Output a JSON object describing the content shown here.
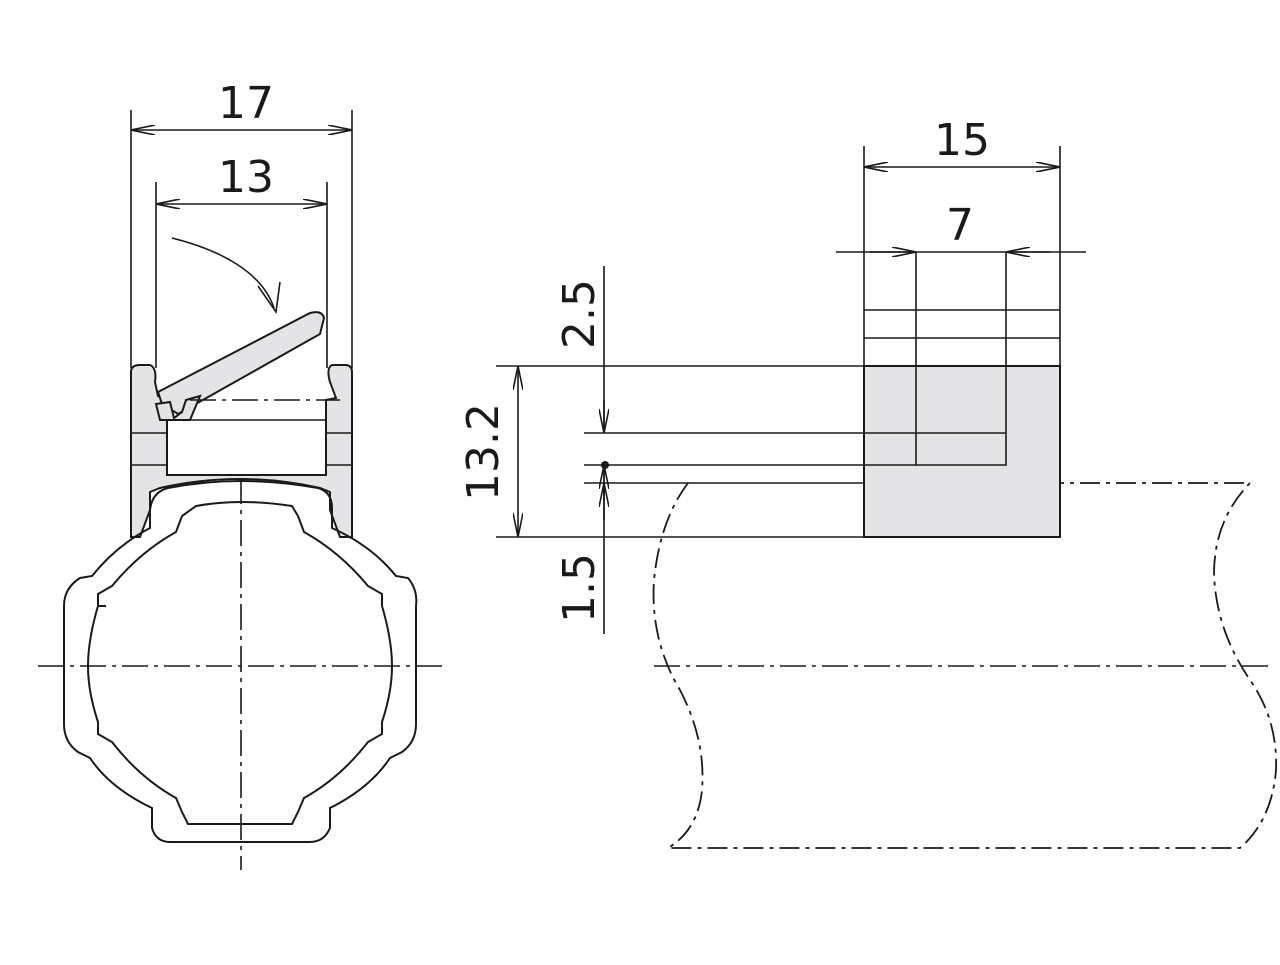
{
  "dimensions": {
    "overall_width": "17",
    "inner_width": "13",
    "block_width": "15",
    "slot_width": "7",
    "top_offset": "2.5",
    "height": "13.2",
    "bottom_offset": "1.5"
  },
  "colors": {
    "line": "#1a1a1a",
    "part_fill": "#e4e4e7",
    "background": "#ffffff"
  }
}
